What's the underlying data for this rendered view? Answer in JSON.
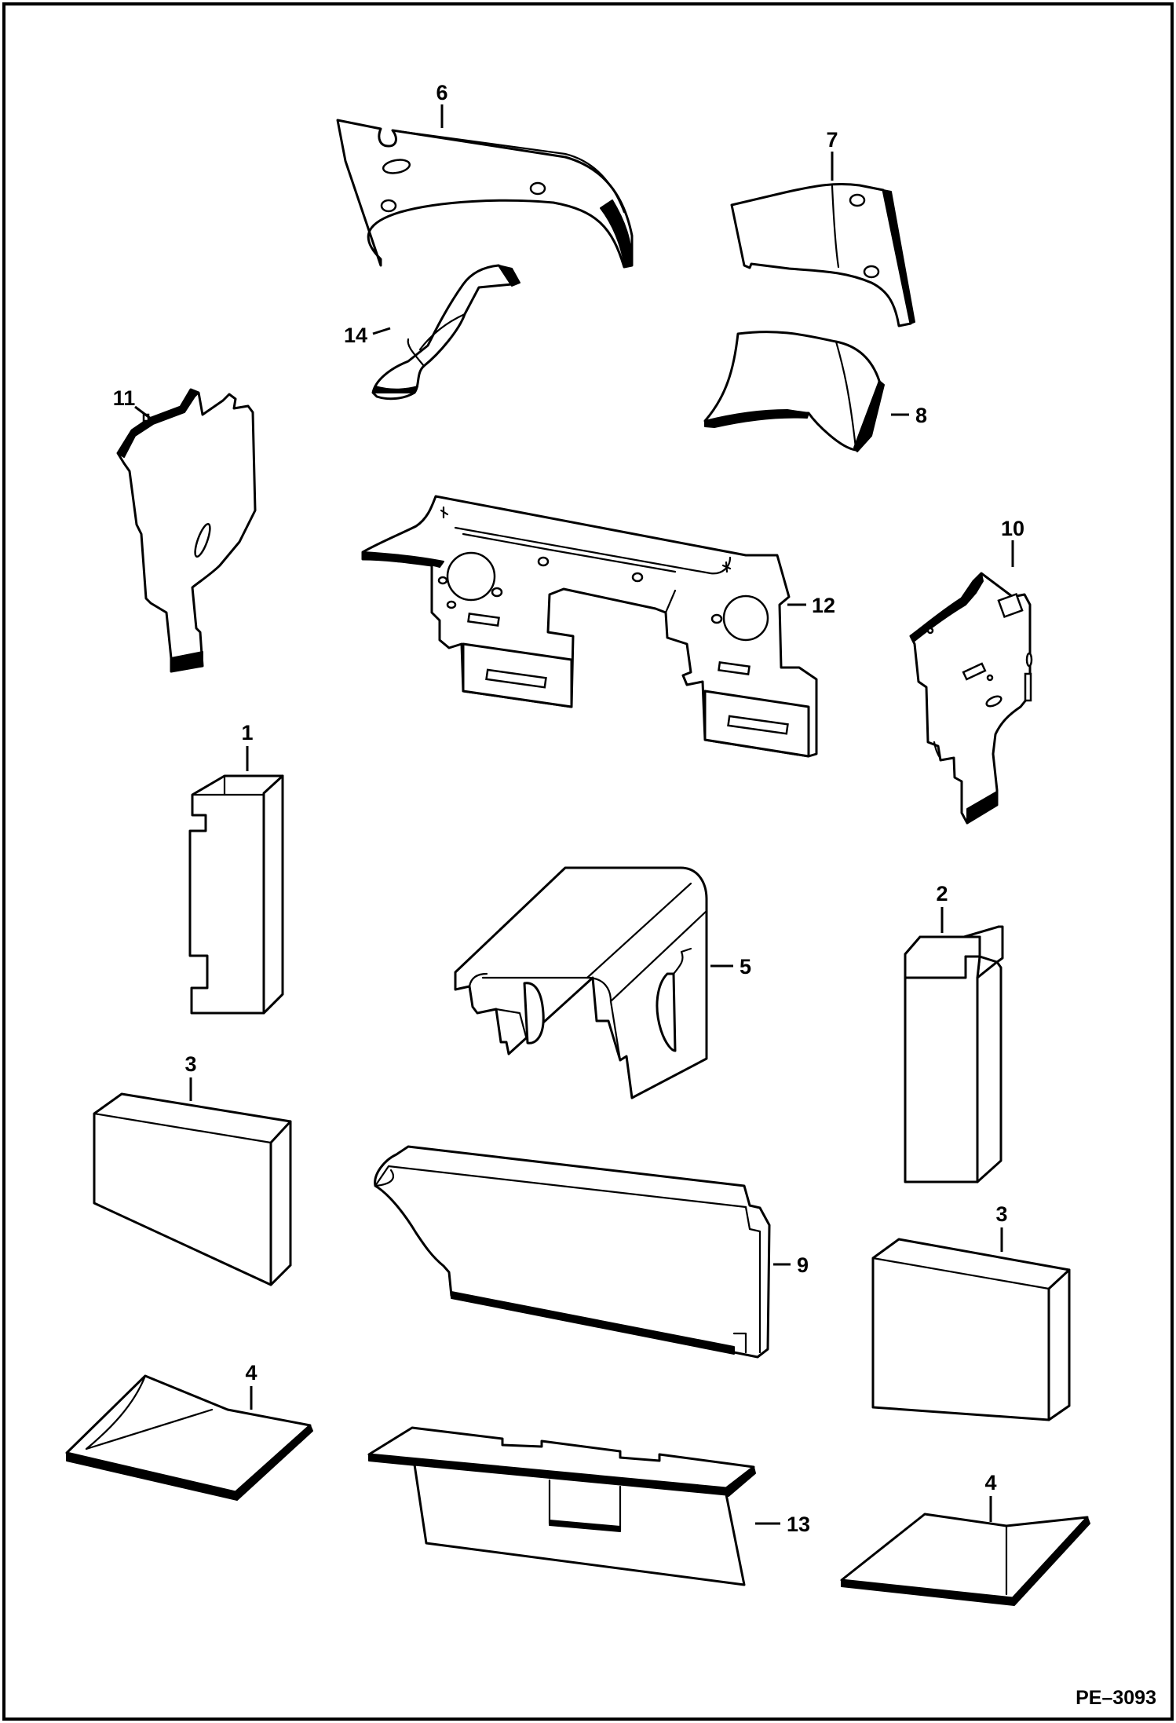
{
  "callouts": {
    "c1": "1",
    "c2": "2",
    "c3a": "3",
    "c3b": "3",
    "c4a": "4",
    "c4b": "4",
    "c5": "5",
    "c6": "6",
    "c7": "7",
    "c8": "8",
    "c9": "9",
    "c10": "10",
    "c11": "11",
    "c12": "12",
    "c13": "13",
    "c14": "14"
  },
  "document_id": "PE–3093"
}
